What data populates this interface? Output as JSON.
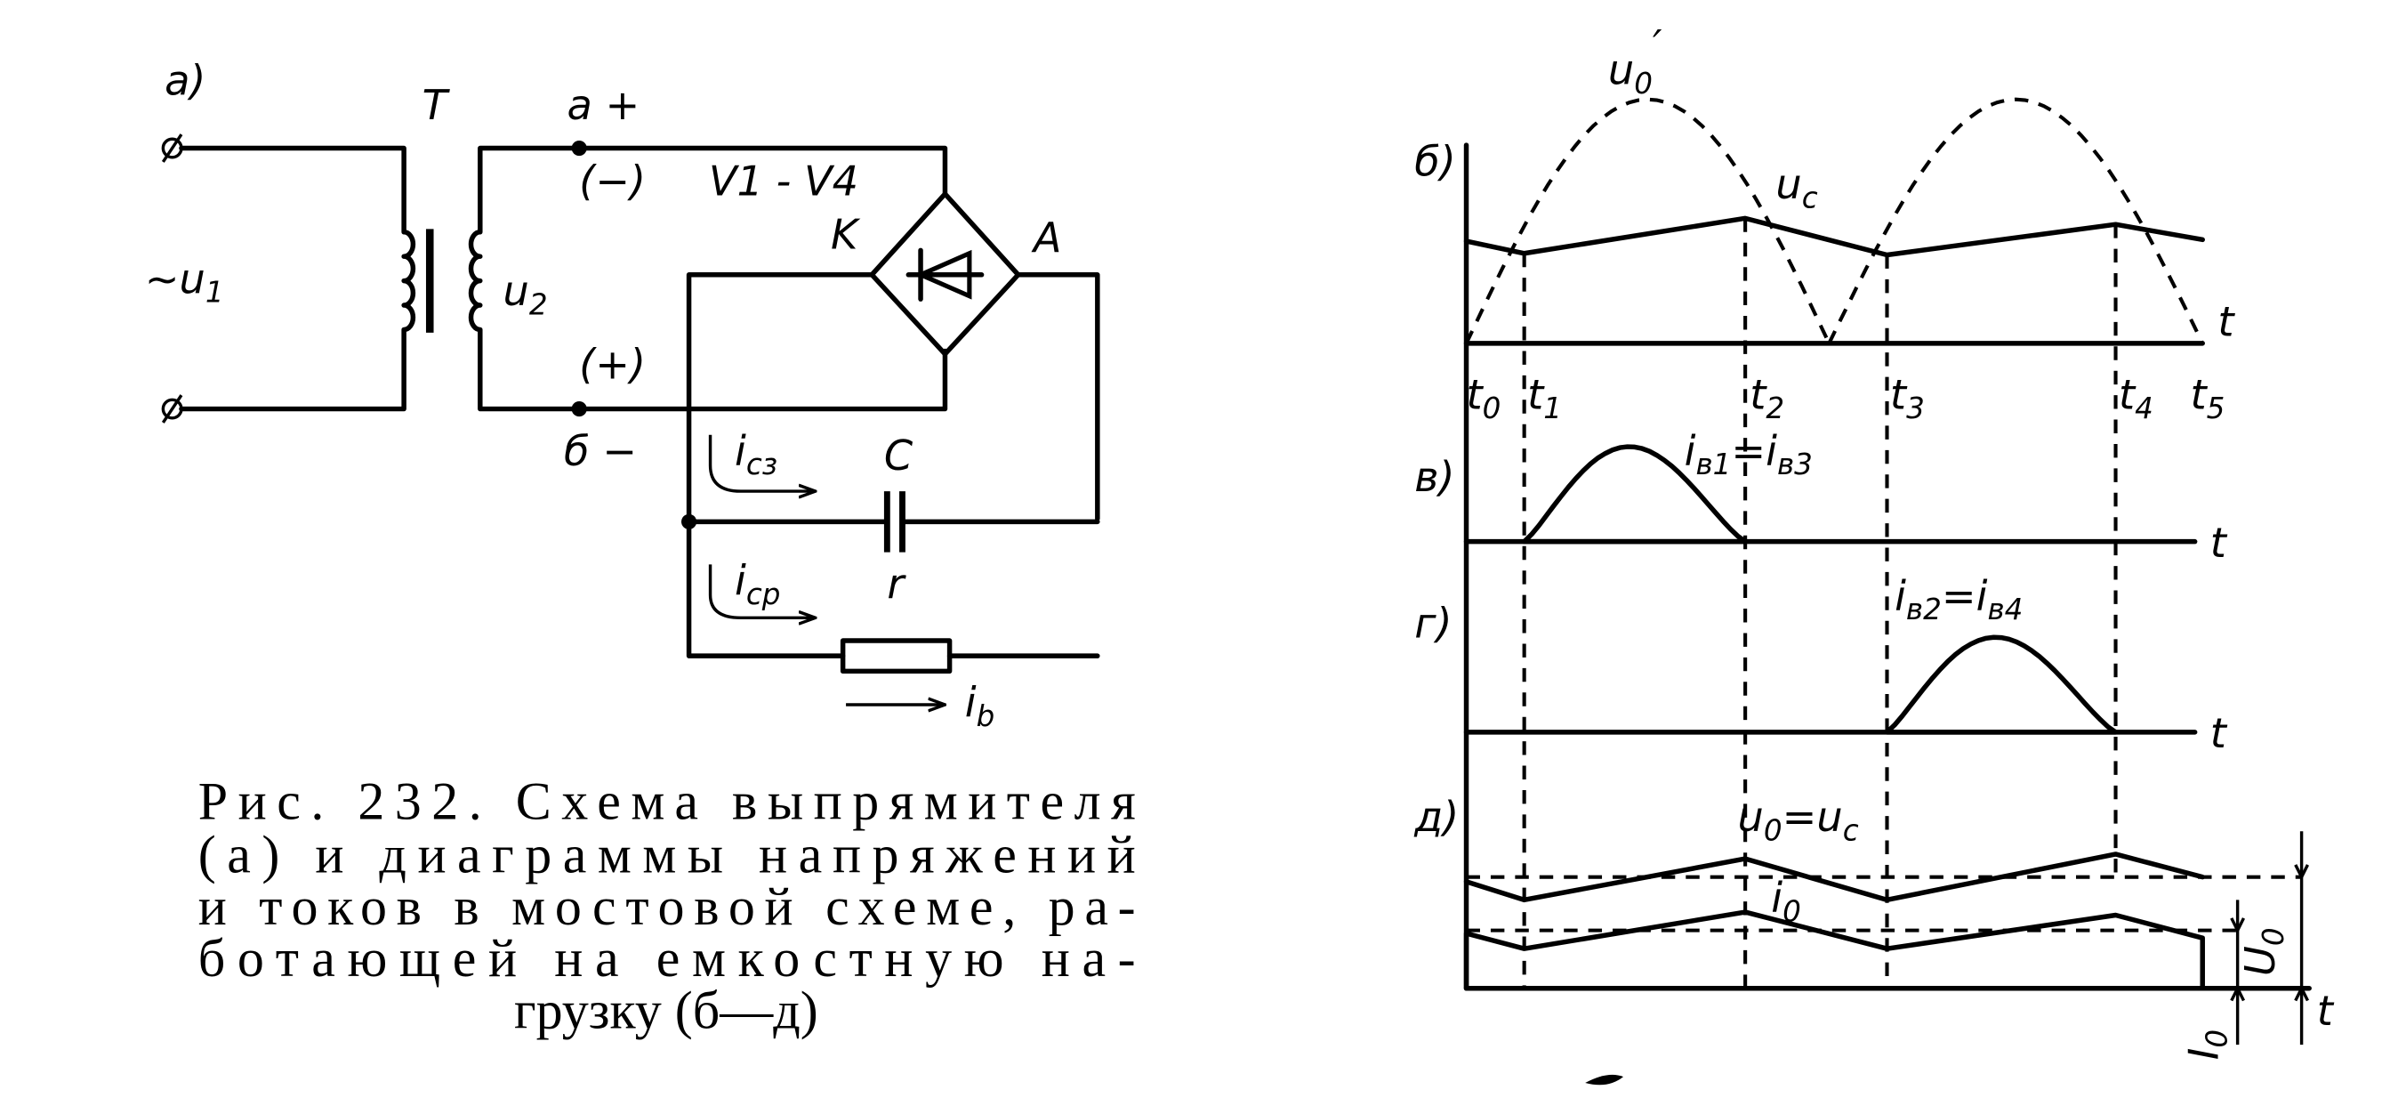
{
  "circuit": {
    "panel_label": "a)",
    "transformer_label": "T",
    "input_voltage": {
      "main": "~u",
      "sub": "1"
    },
    "secondary_voltage": {
      "main": "u",
      "sub": "2"
    },
    "node_a": "a +",
    "node_a_alt": "(−)",
    "node_b": "б −",
    "node_b_alt": "(+)",
    "bridge_label": "V1 - V4",
    "cathode_label": "K",
    "anode_label": "A",
    "capacitor_label": "C",
    "resistor_label": "r",
    "cap_current": {
      "main": "i",
      "sub": "сз"
    },
    "res_current": {
      "main": "i",
      "sub": "ср"
    },
    "load_current": {
      "main": "i",
      "sub": "b"
    }
  },
  "caption": {
    "lines": [
      "Рис. 232. Схема выпрямителя",
      "(a) и диаграммы напряжений",
      "и токов в мостовой схеме, ра-",
      "ботающей на емкостную на-",
      "грузку (б—д)"
    ]
  },
  "diagrams": {
    "b": {
      "label": "б)",
      "u0_prime": {
        "main": "u",
        "sub": "0",
        "prime": "′"
      },
      "uc": {
        "main": "u",
        "sub": "c"
      },
      "axis_end": "t",
      "times": [
        {
          "main": "t",
          "sub": "0"
        },
        {
          "main": "t",
          "sub": "1"
        },
        {
          "main": "t",
          "sub": "2"
        },
        {
          "main": "t",
          "sub": "3"
        },
        {
          "main": "t",
          "sub": "4"
        },
        {
          "main": "t",
          "sub": "5"
        }
      ]
    },
    "v": {
      "label": "в)",
      "curve": {
        "a": "i",
        "as": "в1",
        "eq": "=",
        "b": "i",
        "bs": "в3"
      },
      "axis": "t"
    },
    "g": {
      "label": "г)",
      "curve": {
        "a": "i",
        "as": "в2",
        "eq": "=",
        "b": "i",
        "bs": "в4"
      },
      "axis": "t"
    },
    "d": {
      "label": "д)",
      "voltage": {
        "a": "u",
        "as": "0",
        "eq": "=",
        "b": "u",
        "bs": "c"
      },
      "current": {
        "main": "i",
        "sub": "0"
      },
      "avg_voltage": {
        "main": "U",
        "sub": "0"
      },
      "avg_current": {
        "main": "I",
        "sub": "0"
      },
      "axis": "t"
    }
  }
}
